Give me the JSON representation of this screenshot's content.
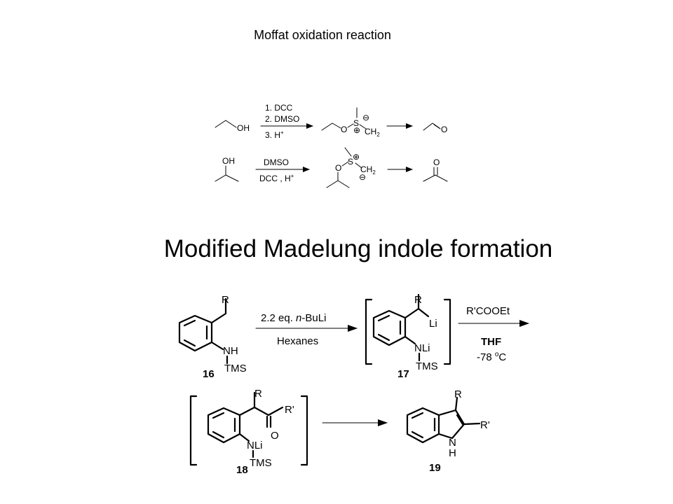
{
  "titles": {
    "moffat": "Moffat oxidation reaction",
    "madelung": "Modified Madelung indole formation"
  },
  "moffat": {
    "row1": {
      "reactant_oh": "OH",
      "cond1": "1. DCC",
      "cond2": "2. DMSO",
      "cond3": "3. H",
      "cond3_sup": "+",
      "int_o": "O",
      "int_s": "S",
      "int_ch2": "CH",
      "int_ch2_sub": "2",
      "int_plus": "⊕",
      "int_minus": "⊖",
      "product_o": "O"
    },
    "row2": {
      "reactant_oh": "OH",
      "cond_top": "DMSO",
      "cond_bottom": "DCC , H",
      "cond_bottom_sup": "+",
      "int_o": "O",
      "int_s": "S",
      "int_ch2": "CH",
      "int_ch2_sub": "2",
      "int_plus": "⊕",
      "int_minus": "⊖",
      "product_o": "O"
    }
  },
  "madelung": {
    "c16": {
      "r": "R",
      "nh": "NH",
      "tms": "TMS",
      "num": "16"
    },
    "step1": {
      "top": "2.2 eq. n-BuLi",
      "top_prefix": "2.2 eq. ",
      "top_italic": "n",
      "top_suffix": "-BuLi",
      "bottom": "Hexanes"
    },
    "c17": {
      "r": "R",
      "li": "Li",
      "nli": "NLi",
      "tms": "TMS",
      "num": "17"
    },
    "step2": {
      "top": "R'COOEt",
      "mid": "THF",
      "bottom": "-78 oC",
      "bottom_value": "-78 ",
      "bottom_o": "o",
      "bottom_c": "C"
    },
    "c18": {
      "r": "R",
      "rp": "R'",
      "o": "O",
      "nli": "NLi",
      "tms": "TMS",
      "num": "18"
    },
    "c19": {
      "r": "R",
      "rp": "R'",
      "n": "N",
      "h": "H",
      "num": "19"
    }
  }
}
